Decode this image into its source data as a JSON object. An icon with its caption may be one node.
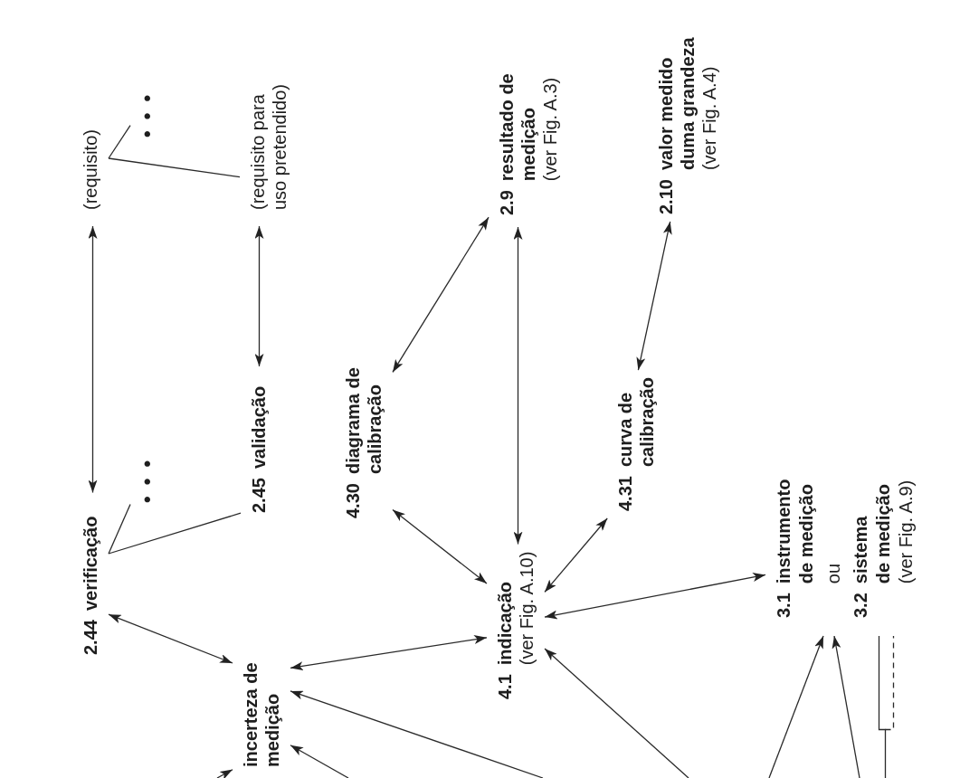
{
  "diagram": {
    "nodes": [
      {
        "text": [
          "(requisito)"
        ]
      },
      {
        "text": [
          "•••"
        ]
      },
      {
        "text": [
          "(requisito para uso pretendido)"
        ]
      },
      {
        "text": [
          "2.44",
          "verificação"
        ]
      },
      {
        "text": [
          "•••"
        ]
      },
      {
        "text": [
          "2.45",
          "validação"
        ]
      },
      {
        "text": [
          "incerteza de medição"
        ]
      },
      {
        "text": [
          "4.30",
          "diagrama de calibração"
        ]
      },
      {
        "text": [
          "2.9",
          "resultado de medição",
          "(ver Fig. A.3)"
        ]
      },
      {
        "text": [
          "4.1",
          "indicação",
          "(ver Fig. A.10)"
        ]
      },
      {
        "text": [
          "4.31",
          "curva de calibração"
        ]
      },
      {
        "text": [
          "2.10",
          "valor medido duma grandeza",
          "(ver Fig. A.4)"
        ]
      },
      {
        "text": [
          "3.1",
          "instrumento de medição",
          "ou",
          "3.2",
          "sistema de medição",
          "(ver Fig. A.9)"
        ]
      }
    ],
    "edges": [
      {
        "from": 3,
        "to": 0,
        "arrow": "both"
      },
      {
        "from": 5,
        "to": 2,
        "arrow": "both"
      },
      {
        "from": 3,
        "to": 5,
        "arrow": "none"
      },
      {
        "from": 3,
        "to": 4,
        "arrow": "none"
      },
      {
        "from": 0,
        "to": 2,
        "arrow": "none"
      },
      {
        "from": 0,
        "to": 1,
        "arrow": "none"
      },
      {
        "from": 3,
        "to": 6,
        "arrow": "both"
      },
      {
        "from": 6,
        "to": 9,
        "arrow": "both"
      },
      {
        "from": null,
        "to": 6,
        "arrow": "to"
      },
      {
        "from": null,
        "to": 6,
        "arrow": "to"
      },
      {
        "from": null,
        "to": 6,
        "arrow": "to"
      },
      {
        "from": 7,
        "to": 9,
        "arrow": "both"
      },
      {
        "from": 7,
        "to": 8,
        "arrow": "both"
      },
      {
        "from": 8,
        "to": 9,
        "arrow": "both"
      },
      {
        "from": 10,
        "to": 9,
        "arrow": "both"
      },
      {
        "from": 10,
        "to": 11,
        "arrow": "both"
      },
      {
        "from": 9,
        "to": 12,
        "arrow": "both"
      },
      {
        "from": null,
        "to": 9,
        "arrow": "to"
      },
      {
        "from": null,
        "to": 12,
        "arrow": "to"
      },
      {
        "from": null,
        "to": 12,
        "arrow": "to"
      },
      {
        "from": null,
        "to": 12,
        "arrow": "none"
      },
      {
        "from": null,
        "to": 12,
        "arrow": "none",
        "style": "dashed"
      }
    ]
  }
}
